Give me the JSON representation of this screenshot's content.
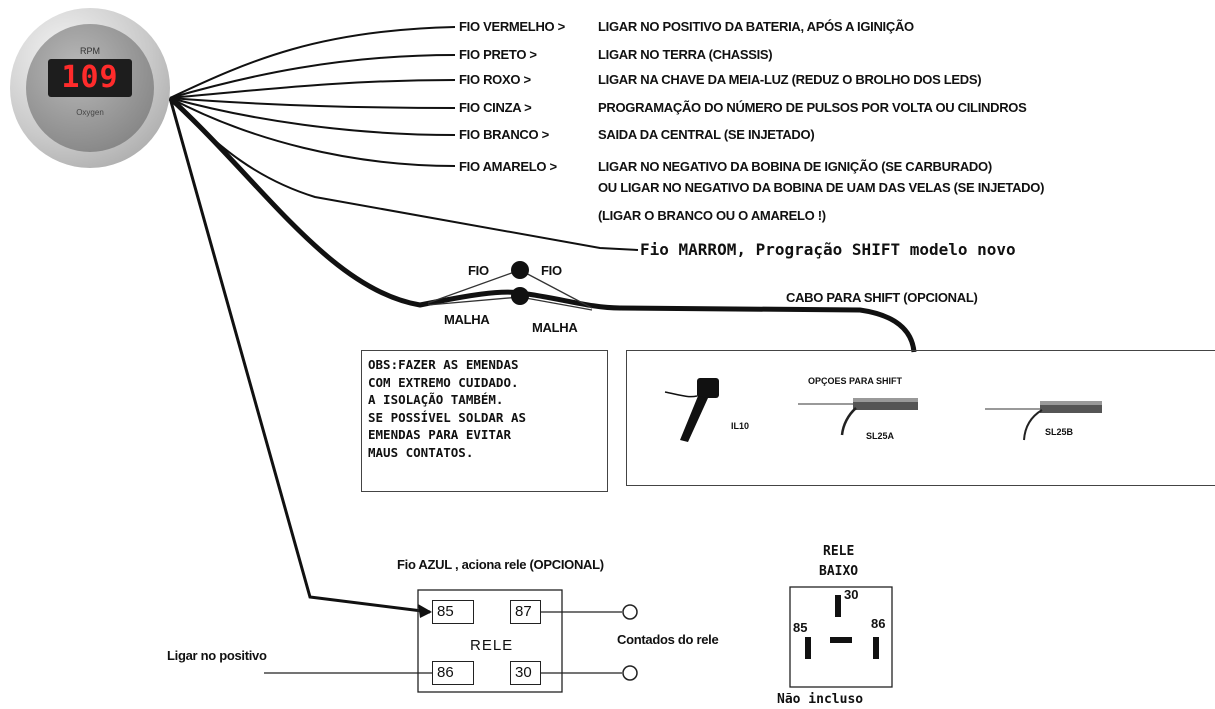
{
  "gauge": {
    "label": "RPM",
    "reading": "109",
    "brand": "Oxygen"
  },
  "wires": [
    {
      "name": "FIO VERMELHO >",
      "instruction": "LIGAR NO POSITIVO DA BATERIA, APÓS A IGINIÇÃO"
    },
    {
      "name": "FIO PRETO >",
      "instruction": "LIGAR NO TERRA (CHASSIS)"
    },
    {
      "name": "FIO ROXO >",
      "instruction": "LIGAR NA CHAVE DA MEIA-LUZ (REDUZ O BROLHO DOS LEDS)"
    },
    {
      "name": "FIO CINZA >",
      "instruction": "PROGRAMAÇÃO DO NÚMERO DE PULSOS POR VOLTA OU CILINDROS"
    },
    {
      "name": "FIO BRANCO >",
      "instruction": "SAIDA DA CENTRAL (SE INJETADO)"
    },
    {
      "name": "FIO AMARELO >",
      "instruction": "LIGAR NO NEGATIVO DA BOBINA DE IGNIÇÃO (SE CARBURADO)"
    }
  ],
  "wire_extra": {
    "amarelo_line2": "OU LIGAR NO NEGATIVO DA BOBINA DE UAM DAS VELAS (SE INJETADO)",
    "note": "(LIGAR O BRANCO OU O AMARELO !)",
    "marrom": "Fio MARROM, Progração SHIFT modelo novo"
  },
  "splice": {
    "fio_left": "FIO",
    "fio_right": "FIO",
    "malha_left": "MALHA",
    "malha_right": "MALHA",
    "cable": "CABO PARA SHIFT (OPCIONAL)"
  },
  "obs": {
    "lines": [
      "OBS:FAZER AS EMENDAS",
      "COM EXTREMO CUIDADO.",
      "A ISOLAÇÃO TAMBÉM.",
      "SE POSSÍVEL SOLDAR AS",
      "EMENDAS PARA EVITAR",
      "MAUS CONTATOS."
    ]
  },
  "shift_options": {
    "title": "OPÇOES PARA SHIFT",
    "models": [
      "IL10",
      "SL25A",
      "SL25B"
    ]
  },
  "relay": {
    "caption": "Fio AZUL , aciona rele (OPCIONAL)",
    "label": "RELE",
    "pins": [
      "85",
      "87",
      "86",
      "30"
    ],
    "contacts": "Contados do rele",
    "positive": "Ligar no positivo"
  },
  "relay_bottom": {
    "title_1": "RELE",
    "title_2": "BAIXO",
    "pins": [
      "30",
      "85",
      "86"
    ],
    "note": "Não incluso"
  },
  "colors": {
    "line": "#111111",
    "display_text": "#ff2b2b",
    "display_bg": "#1d1d1d"
  }
}
